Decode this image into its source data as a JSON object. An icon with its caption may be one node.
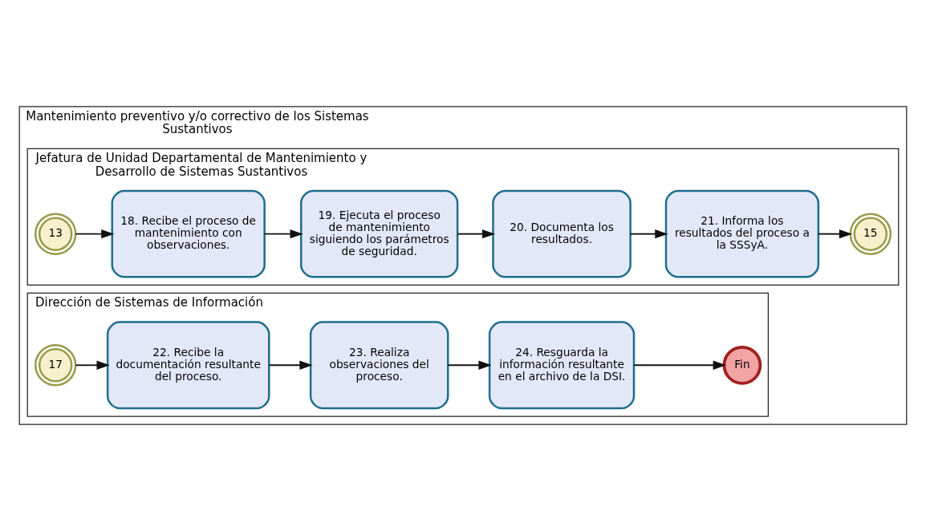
{
  "diagram": {
    "nodes": [
      {
        "text": [
          "Mantenimiento preventivo y/o correctivo de los Sistemas Sustantivos"
        ]
      },
      {
        "text": [
          "Jefatura de Unidad Departamental de Mantenimiento y Desarrollo de Sistemas Sustantivos"
        ],
        "in": 0
      },
      {
        "text": [
          "13"
        ],
        "in": 1
      },
      {
        "text": [
          "18. Recibe el proceso de mantenimiento con observaciones."
        ],
        "in": 1
      },
      {
        "text": [
          "19. Ejecuta el proceso de mantenimiento siguiendo los parámetros de seguridad."
        ],
        "in": 1
      },
      {
        "text": [
          "20. Documenta los resultados."
        ],
        "in": 1
      },
      {
        "text": [
          "21. Informa los resultados del proceso a la SSSyA."
        ],
        "in": 1
      },
      {
        "text": [
          "15"
        ],
        "in": 1
      },
      {
        "text": [
          "Dirección de Sistemas de Información"
        ],
        "in": 0
      },
      {
        "text": [
          "17"
        ],
        "in": 8
      },
      {
        "text": [
          "22. Recibe la documentación resultante del proceso."
        ],
        "in": 8
      },
      {
        "text": [
          "23. Realiza observaciones del proceso."
        ],
        "in": 8
      },
      {
        "text": [
          "24. Resguarda la información resultante en el archivo de la DSI."
        ],
        "in": 8
      },
      {
        "text": [
          "Fin"
        ],
        "in": 8
      }
    ],
    "edges": [
      {
        "from": 2,
        "to": 3,
        "arrow": "to"
      },
      {
        "from": 3,
        "to": 4,
        "arrow": "to"
      },
      {
        "from": 4,
        "to": 5,
        "arrow": "to"
      },
      {
        "from": 5,
        "to": 6,
        "arrow": "to"
      },
      {
        "from": 6,
        "to": 7,
        "arrow": "to"
      },
      {
        "from": 9,
        "to": 10,
        "arrow": "to"
      },
      {
        "from": 10,
        "to": 11,
        "arrow": "to"
      },
      {
        "from": 11,
        "to": 12,
        "arrow": "to"
      },
      {
        "from": 12,
        "to": 13,
        "arrow": "to"
      }
    ]
  }
}
